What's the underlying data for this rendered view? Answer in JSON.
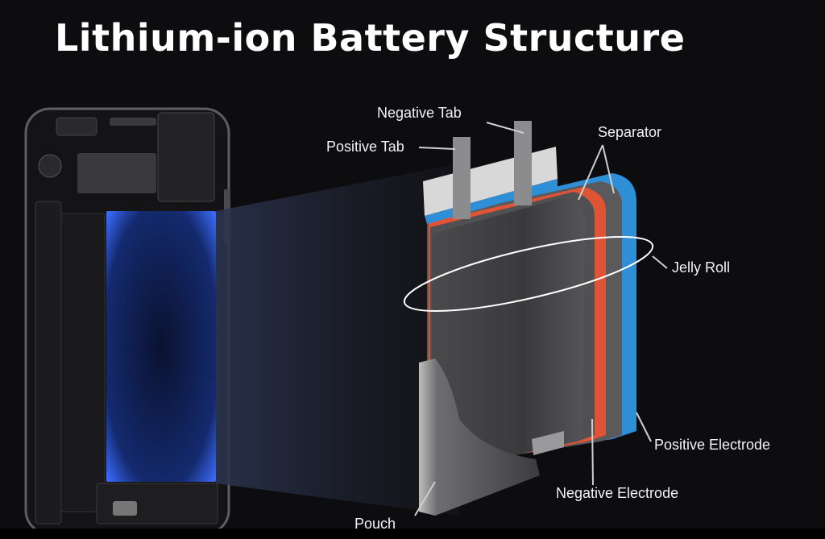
{
  "title": "Lithium-ion Battery Structure",
  "labels": {
    "negative_tab": "Negative Tab",
    "positive_tab": "Positive Tab",
    "separator": "Separator",
    "jelly_roll": "Jelly Roll",
    "positive_electrode": "Positive Electrode",
    "negative_electrode": "Negative Electrode",
    "pouch": "Pouch"
  },
  "colors": {
    "background": "#0d0d0f",
    "battery_glow": "#3b6cff",
    "negative_electrode": "#e05436",
    "positive_electrode": "#2f8fd6",
    "separator": "#5a5a5c",
    "tabs": "#8c8c8c",
    "pouch": "#4a4a4c"
  }
}
